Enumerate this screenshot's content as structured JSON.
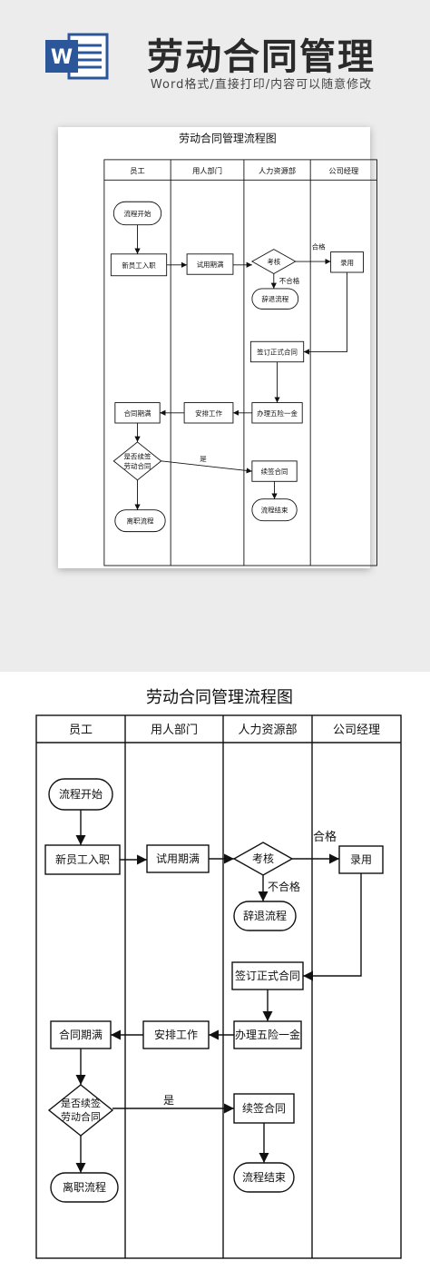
{
  "banner": {
    "title": "劳动合同管理",
    "subtitle": "Word格式/直接打印/内容可以随意修改",
    "icon_letter": "W",
    "icon": "word-document-icon",
    "icon_color": "#2b579a"
  },
  "flowchart": {
    "title": "劳动合同管理流程图",
    "lanes": [
      "员工",
      "用人部门",
      "人力资源部",
      "公司经理"
    ],
    "nodes": {
      "start": "流程开始",
      "new_employee": "新员工入职",
      "probation_end": "试用期满",
      "assess": "考核",
      "hire": "录用",
      "dismiss": "辞退流程",
      "sign_contract": "签订正式合同",
      "social_insurance": "办理五险一金",
      "arrange_work": "安排工作",
      "contract_expire": "合同期满",
      "renew_decision_1": "是否续签",
      "renew_decision_2": "劳动合同",
      "renew_contract": "续签合同",
      "leave": "离职流程",
      "end": "流程结束"
    },
    "edge_labels": {
      "pass": "合格",
      "fail": "不合格",
      "yes": "是"
    }
  }
}
